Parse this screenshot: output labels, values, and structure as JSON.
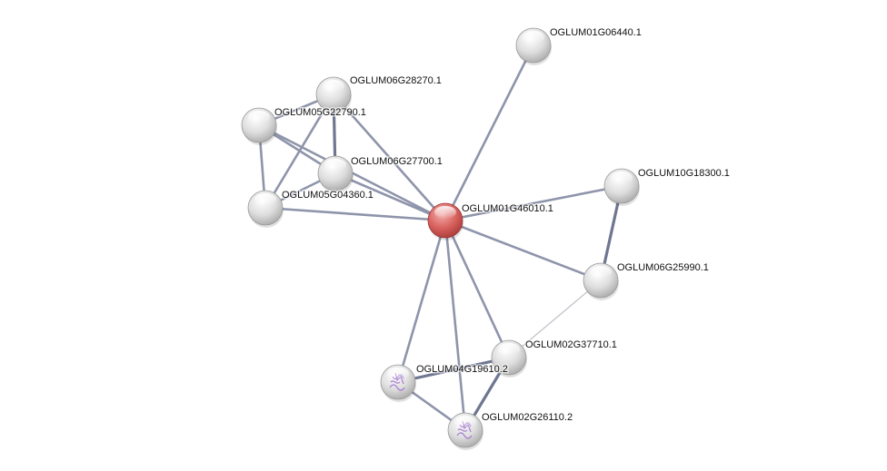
{
  "network": {
    "nodes": [
      {
        "id": "OGLUM01G46010.1",
        "label": "OGLUM01G46010.1",
        "color": "#d9534f",
        "query": true
      },
      {
        "id": "OGLUM01G06440.1",
        "label": "OGLUM01G06440.1",
        "color": "#dddddd"
      },
      {
        "id": "OGLUM06G28270.1",
        "label": "OGLUM06G28270.1",
        "color": "#dddddd"
      },
      {
        "id": "OGLUM05G22790.1",
        "label": "OGLUM05G22790.1",
        "color": "#dddddd"
      },
      {
        "id": "OGLUM06G27700.1",
        "label": "OGLUM06G27700.1",
        "color": "#dddddd"
      },
      {
        "id": "OGLUM05G04360.1",
        "label": "OGLUM05G04360.1",
        "color": "#dddddd"
      },
      {
        "id": "OGLUM10G18300.1",
        "label": "OGLUM10G18300.1",
        "color": "#dddddd"
      },
      {
        "id": "OGLUM06G25990.1",
        "label": "OGLUM06G25990.1",
        "color": "#dddddd"
      },
      {
        "id": "OGLUM02G37710.1",
        "label": "OGLUM02G37710.1",
        "color": "#dddddd"
      },
      {
        "id": "OGLUM04G19610.2",
        "label": "OGLUM04G19610.2",
        "color": "#dddddd",
        "structure": true
      },
      {
        "id": "OGLUM02G26110.2",
        "label": "OGLUM02G26110.2",
        "color": "#dddddd",
        "structure": true
      }
    ],
    "edges": [
      [
        "OGLUM01G46010.1",
        "OGLUM01G06440.1",
        "medium"
      ],
      [
        "OGLUM01G46010.1",
        "OGLUM06G28270.1",
        "medium"
      ],
      [
        "OGLUM01G46010.1",
        "OGLUM05G22790.1",
        "medium"
      ],
      [
        "OGLUM01G46010.1",
        "OGLUM06G27700.1",
        "medium"
      ],
      [
        "OGLUM01G46010.1",
        "OGLUM05G04360.1",
        "medium"
      ],
      [
        "OGLUM01G46010.1",
        "OGLUM10G18300.1",
        "medium"
      ],
      [
        "OGLUM01G46010.1",
        "OGLUM06G25990.1",
        "medium"
      ],
      [
        "OGLUM01G46010.1",
        "OGLUM02G37710.1",
        "medium"
      ],
      [
        "OGLUM01G46010.1",
        "OGLUM04G19610.2",
        "medium"
      ],
      [
        "OGLUM01G46010.1",
        "OGLUM02G26110.2",
        "medium"
      ],
      [
        "OGLUM10G18300.1",
        "OGLUM06G25990.1",
        "strong"
      ],
      [
        "OGLUM06G25990.1",
        "OGLUM02G37710.1",
        "weak"
      ],
      [
        "OGLUM05G22790.1",
        "OGLUM06G28270.1",
        "medium"
      ],
      [
        "OGLUM05G22790.1",
        "OGLUM05G04360.1",
        "medium"
      ],
      [
        "OGLUM05G22790.1",
        "OGLUM06G27700.1",
        "medium"
      ],
      [
        "OGLUM06G28270.1",
        "OGLUM05G04360.1",
        "medium"
      ],
      [
        "OGLUM06G28270.1",
        "OGLUM06G27700.1",
        "strong"
      ],
      [
        "OGLUM06G27700.1",
        "OGLUM05G04360.1",
        "medium"
      ],
      [
        "OGLUM02G37710.1",
        "OGLUM04G19610.2",
        "strong"
      ],
      [
        "OGLUM02G37710.1",
        "OGLUM02G26110.2",
        "strong"
      ],
      [
        "OGLUM04G19610.2",
        "OGLUM02G26110.2",
        "medium"
      ]
    ]
  }
}
